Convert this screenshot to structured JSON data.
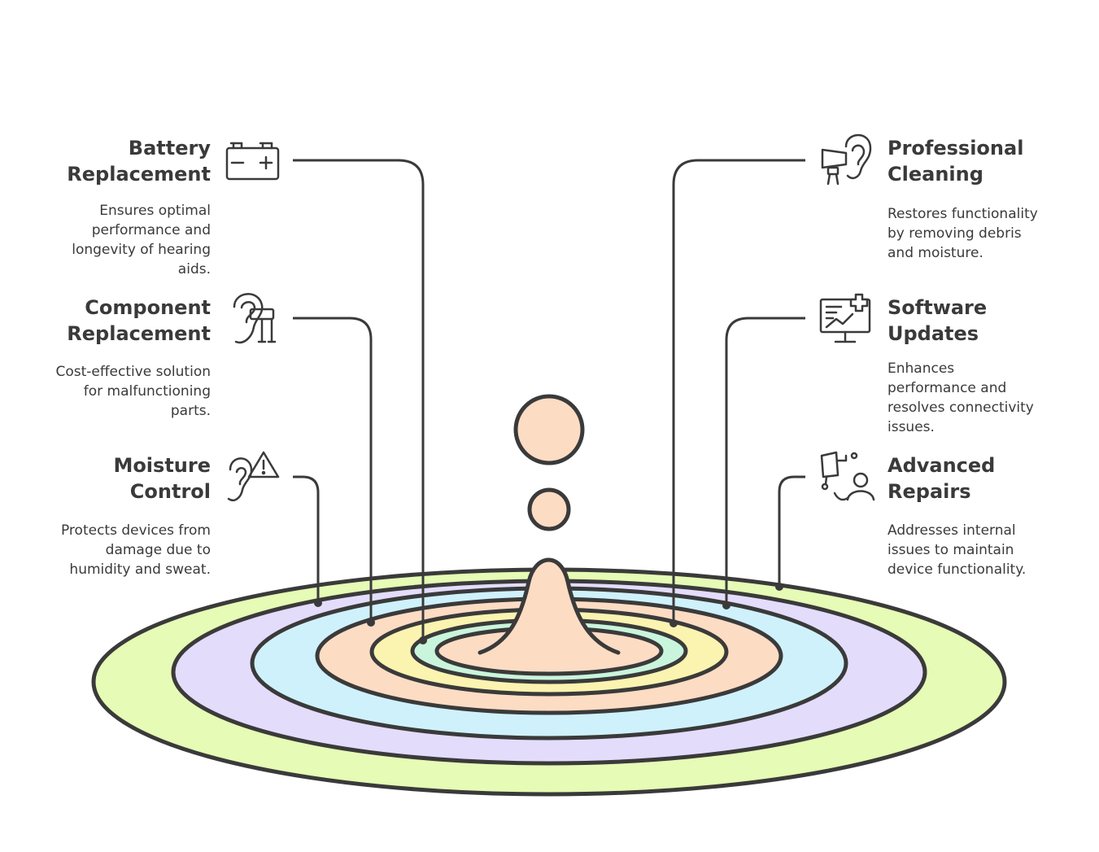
{
  "items": [
    {
      "id": "battery-replacement",
      "title": "Battery\nReplacement",
      "description": "Ensures optimal\nperformance and\nlongevity of hearing\naids.",
      "icon": "battery-icon"
    },
    {
      "id": "component-replacement",
      "title": "Component\nReplacement",
      "description": "Cost-effective solution\nfor malfunctioning\nparts.",
      "icon": "ear-tools-icon"
    },
    {
      "id": "moisture-control",
      "title": "Moisture\nControl",
      "description": "Protects devices from\ndamage due to\nhumidity and sweat.",
      "icon": "ear-warning-icon"
    },
    {
      "id": "professional-cleaning",
      "title": "Professional\nCleaning",
      "description": "Restores functionality\nby removing debris\nand moisture.",
      "icon": "ear-otoscope-icon"
    },
    {
      "id": "software-updates",
      "title": "Software\nUpdates",
      "description": "Enhances\nperformance and\nresolves connectivity\nissues.",
      "icon": "monitor-plus-icon"
    },
    {
      "id": "advanced-repairs",
      "title": "Advanced\nRepairs",
      "description": "Addresses internal\nissues to maintain\ndevice functionality.",
      "icon": "device-repair-icon"
    }
  ],
  "colors": {
    "stroke": "#3a3a3a",
    "ring_green": "#e6fbb5",
    "ring_purple": "#e3dcfb",
    "ring_blue": "#cff1fb",
    "ring_peach": "#fddcc4",
    "ring_yellow": "#fbf3b0",
    "ring_mint": "#c9f5dc",
    "drop": "#fddcc4"
  }
}
